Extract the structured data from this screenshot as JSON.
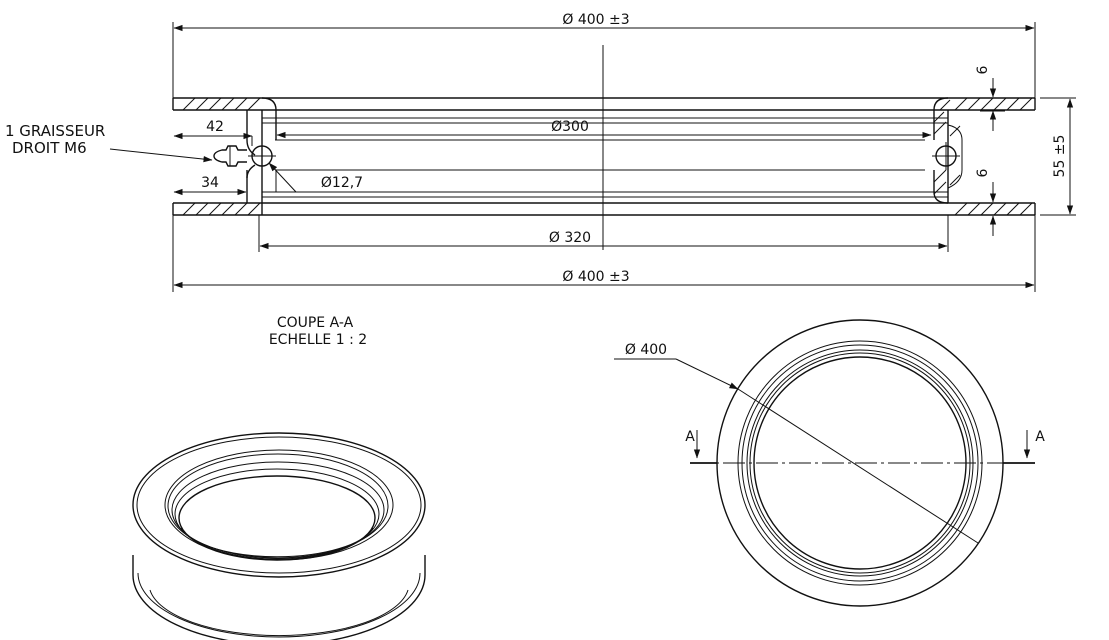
{
  "drawing": {
    "dim_outer_top": "Ø 400 ±3",
    "dim_outer_bottom": "Ø 400 ±3",
    "dim_inner_300": "Ø300",
    "dim_inner_320": "Ø 320",
    "dim_hole": "Ø12,7",
    "dim_42": "42",
    "dim_34": "34",
    "dim_6_top": "6",
    "dim_6_mid": "6",
    "dim_height": "55 ±5",
    "grease_label_1": "1 GRAISSEUR",
    "grease_label_2": "DROIT M6",
    "section_title": "COUPE A-A",
    "section_scale": "ECHELLE 1 : 2",
    "plan_dim": "Ø 400",
    "section_mark_left": "A",
    "section_mark_right": "A"
  }
}
